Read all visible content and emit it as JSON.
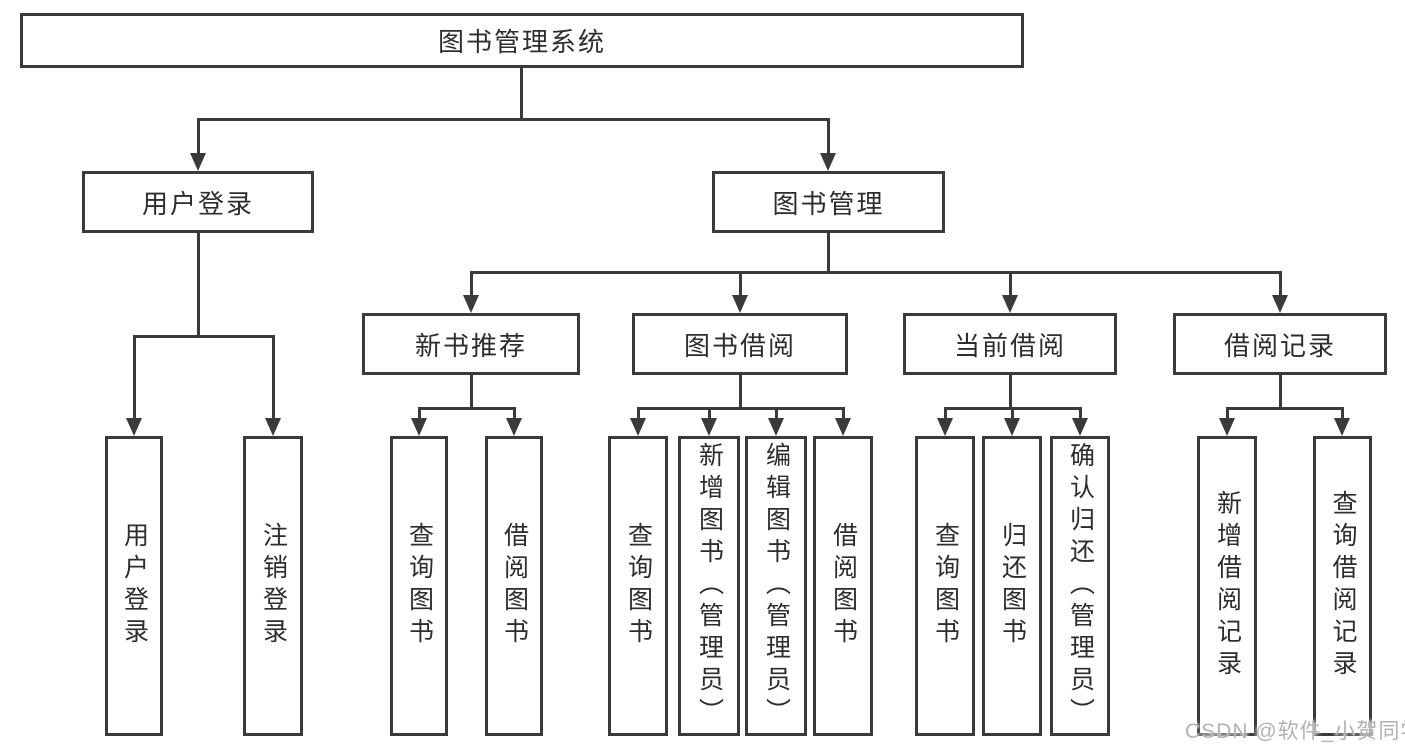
{
  "tree": {
    "label": "图书管理系统",
    "children": [
      {
        "label": "用户登录",
        "children": [
          {
            "label": "用户登录"
          },
          {
            "label": "注销登录"
          }
        ]
      },
      {
        "label": "图书管理",
        "children": [
          {
            "label": "新书推荐",
            "children": [
              {
                "label": "查询图书"
              },
              {
                "label": "借阅图书"
              }
            ]
          },
          {
            "label": "图书借阅",
            "children": [
              {
                "label": "查询图书"
              },
              {
                "label": "新增图书（管理员）"
              },
              {
                "label": "编辑图书（管理员）"
              },
              {
                "label": "借阅图书"
              }
            ]
          },
          {
            "label": "当前借阅",
            "children": [
              {
                "label": "查询图书"
              },
              {
                "label": "归还图书"
              },
              {
                "label": "确认归还（管理员）"
              }
            ]
          },
          {
            "label": "借阅记录",
            "children": [
              {
                "label": "新增借阅记录"
              },
              {
                "label": "查询借阅记录"
              }
            ]
          }
        ]
      }
    ]
  },
  "watermark": {
    "text": "CSDN @软件_小贺同学"
  },
  "colors": {
    "line": "#3a3a3a",
    "node_border": "#3a3a3a",
    "node_text": "#2d2d2d",
    "background": "#ffffff",
    "watermark": "#b2b2b2"
  }
}
